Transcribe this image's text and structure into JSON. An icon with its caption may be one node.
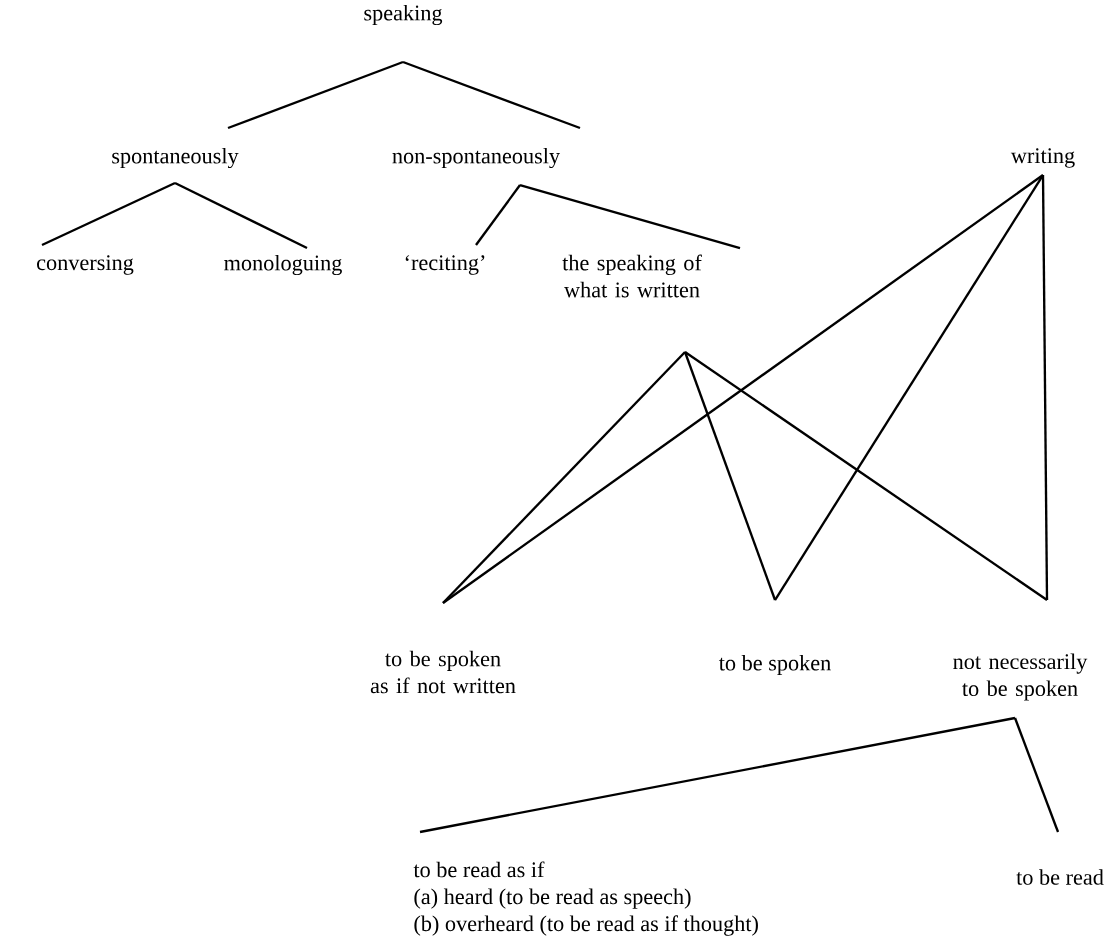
{
  "diagram": {
    "nodes": [
      {
        "text": [
          "speaking"
        ]
      },
      {
        "text": [
          "spontaneously"
        ]
      },
      {
        "text": [
          "non-spontaneously"
        ]
      },
      {
        "text": [
          "writing"
        ]
      },
      {
        "text": [
          "conversing"
        ]
      },
      {
        "text": [
          "monologuing"
        ]
      },
      {
        "text": [
          "‘reciting’"
        ]
      },
      {
        "text": [
          "the speaking of what is written"
        ]
      },
      {
        "text": [
          "to be spoken as if not written"
        ]
      },
      {
        "text": [
          "to be spoken"
        ]
      },
      {
        "text": [
          "not necessarily to be spoken"
        ]
      },
      {
        "text": [
          "to be read as if",
          "(a) heard (to be read as speech)",
          "(b) overheard (to be read as if thought)"
        ]
      },
      {
        "text": [
          "to be read"
        ]
      }
    ],
    "edges": [
      {
        "from": 0,
        "to": 1,
        "arrow": "none"
      },
      {
        "from": 0,
        "to": 2,
        "arrow": "none"
      },
      {
        "from": 1,
        "to": 4,
        "arrow": "none"
      },
      {
        "from": 1,
        "to": 5,
        "arrow": "none"
      },
      {
        "from": 2,
        "to": 6,
        "arrow": "none"
      },
      {
        "from": 2,
        "to": 7,
        "arrow": "none"
      },
      {
        "from": 7,
        "to": 8,
        "arrow": "none"
      },
      {
        "from": 7,
        "to": 9,
        "arrow": "none"
      },
      {
        "from": 7,
        "to": 10,
        "arrow": "none"
      },
      {
        "from": 3,
        "to": 8,
        "arrow": "none"
      },
      {
        "from": 3,
        "to": 9,
        "arrow": "none"
      },
      {
        "from": 3,
        "to": 10,
        "arrow": "none"
      },
      {
        "from": 10,
        "to": 11,
        "arrow": "none"
      },
      {
        "from": 10,
        "to": 12,
        "arrow": "none"
      }
    ]
  }
}
